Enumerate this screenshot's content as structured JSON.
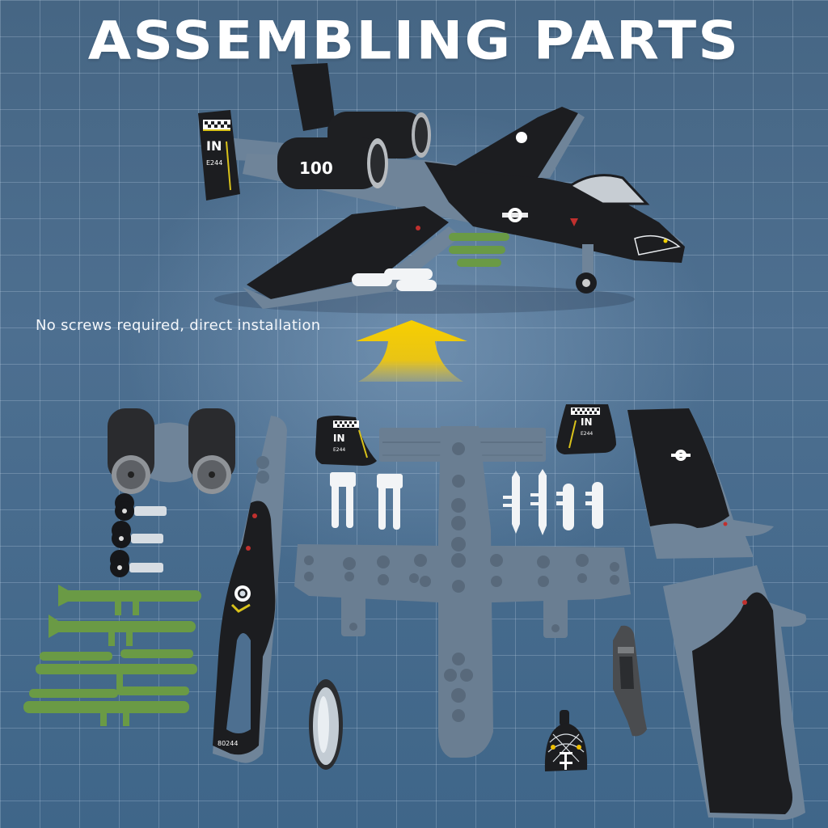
{
  "title": "ASSEMBLING PARTS",
  "caption": "No screws required, direct installation",
  "colors": {
    "background": "#4a6b8a",
    "grid_line": "#9db4cc",
    "title_text": "#ffffff",
    "arrow_yellow": "#f5c800",
    "aircraft_black": "#1c1d20",
    "aircraft_gray": "#6f8499",
    "ordnance_green": "#6a9a45",
    "ordnance_white": "#f2f4f6",
    "accent_red": "#c0302e",
    "tail_stripe_yellow": "#d9c21a"
  },
  "assembled_model": {
    "label": "Assembled A-10 style aircraft model",
    "tail_code": "IN",
    "tail_number": "E244",
    "engine_marking": "100"
  },
  "parts": {
    "engine_pod_assembly": "Twin engine nacelles",
    "landing_gear": [
      "Nose gear wheel",
      "Main gear wheel left",
      "Main gear wheel right"
    ],
    "green_ordnance": [
      "Missile 1",
      "Missile 2",
      "Bomb rack 1",
      "Bomb rack 2"
    ],
    "fuselage_top": {
      "marking": "80244"
    },
    "canopy": "Clear canopy",
    "tail_fin_left": {
      "code": "IN",
      "number": "E244"
    },
    "tail_fin_right": {
      "code": "IN",
      "number": "E244"
    },
    "horizontal_stabilizer": "Tail plane",
    "white_ordnance": [
      "Pod 1",
      "Pod 2",
      "Missile 3",
      "Missile 4",
      "Tank 1",
      "Tank 2"
    ],
    "fuselage_bottom_frame": "Lower fuselage with wing center section",
    "wing_right": "Right outer wing",
    "wing_left": "Left outer wing",
    "cockpit_tub": "Cockpit",
    "nose_cone": "Shark-mouth nose cone"
  }
}
